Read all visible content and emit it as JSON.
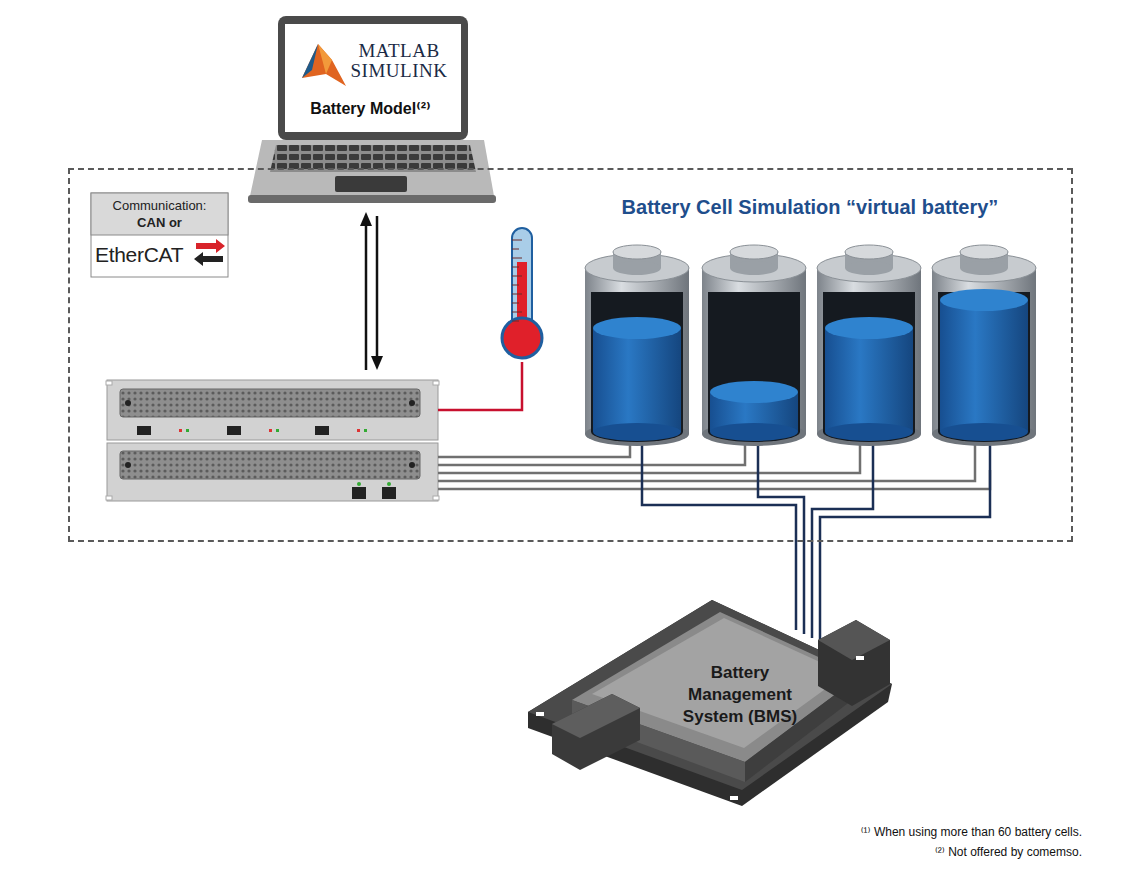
{
  "diagram": {
    "nodes": [
      {
        "text": [
          "MATLAB SIMULINK",
          "Battery Model⁽²⁾"
        ]
      },
      {
        "text": [
          "Battery Cell Simulation “virtual battery”"
        ]
      },
      {
        "text": [
          "Communication:",
          "CAN or",
          "EtherCAT"
        ],
        "in": 1
      },
      {
        "text": [
          "Battery Management System (BMS)"
        ]
      }
    ],
    "labels": [
      "⁽¹⁾ When using more than 60 battery cells.",
      "⁽²⁾ Not offered by comemso."
    ]
  }
}
